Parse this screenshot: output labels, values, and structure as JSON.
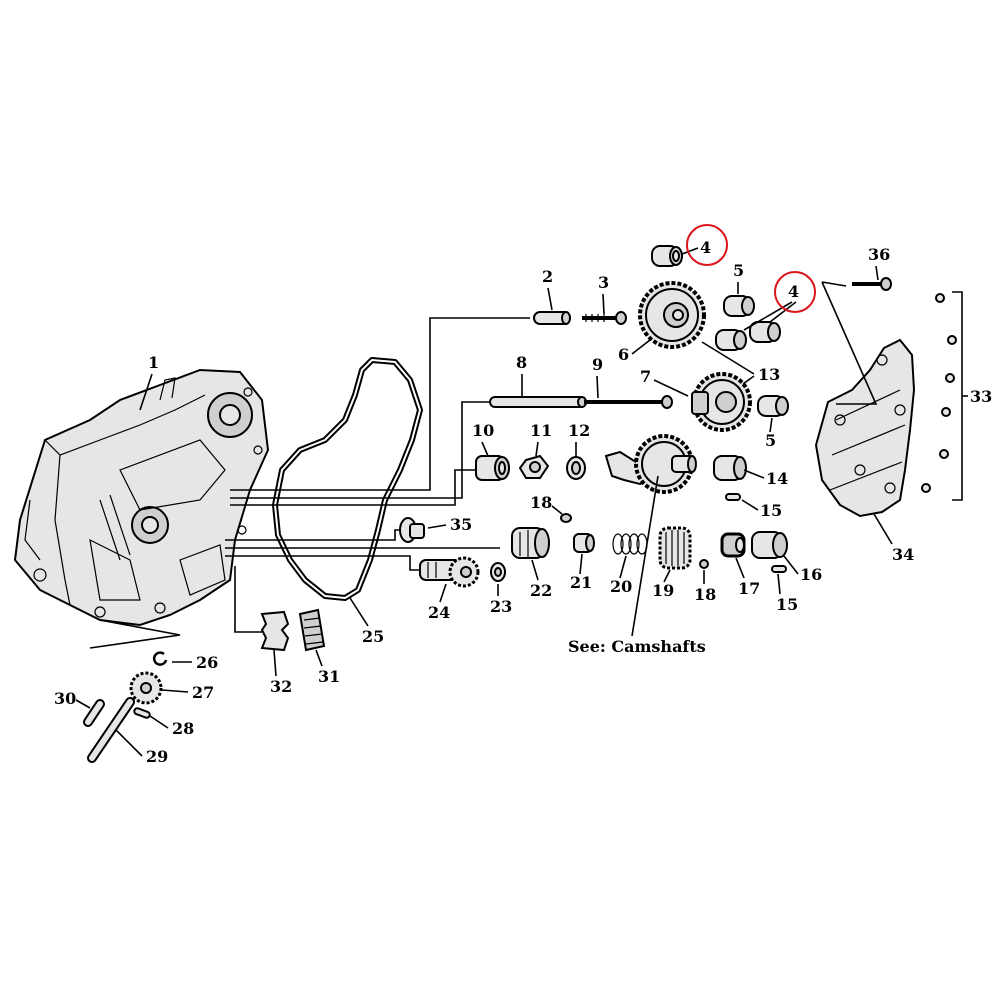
{
  "highlight_color": "#d9141b",
  "labels": {
    "p1": "1",
    "p2": "2",
    "p3": "3",
    "p4a": "4",
    "p4b": "4",
    "p5a": "5",
    "p5b": "5",
    "p6": "6",
    "p7": "7",
    "p8": "8",
    "p9": "9",
    "p10": "10",
    "p11": "11",
    "p12": "12",
    "p13": "13",
    "p14": "14",
    "p15a": "15",
    "p15b": "15",
    "p16": "16",
    "p17": "17",
    "p18a": "18",
    "p18b": "18",
    "p19": "19",
    "p20": "20",
    "p21": "21",
    "p22": "22",
    "p23": "23",
    "p24": "24",
    "p25": "25",
    "p26": "26",
    "p27": "27",
    "p28": "28",
    "p29": "29",
    "p30": "30",
    "p31": "31",
    "p32": "32",
    "p33": "33",
    "p34": "34",
    "p35": "35",
    "p36": "36"
  },
  "note": "See: Camshafts"
}
